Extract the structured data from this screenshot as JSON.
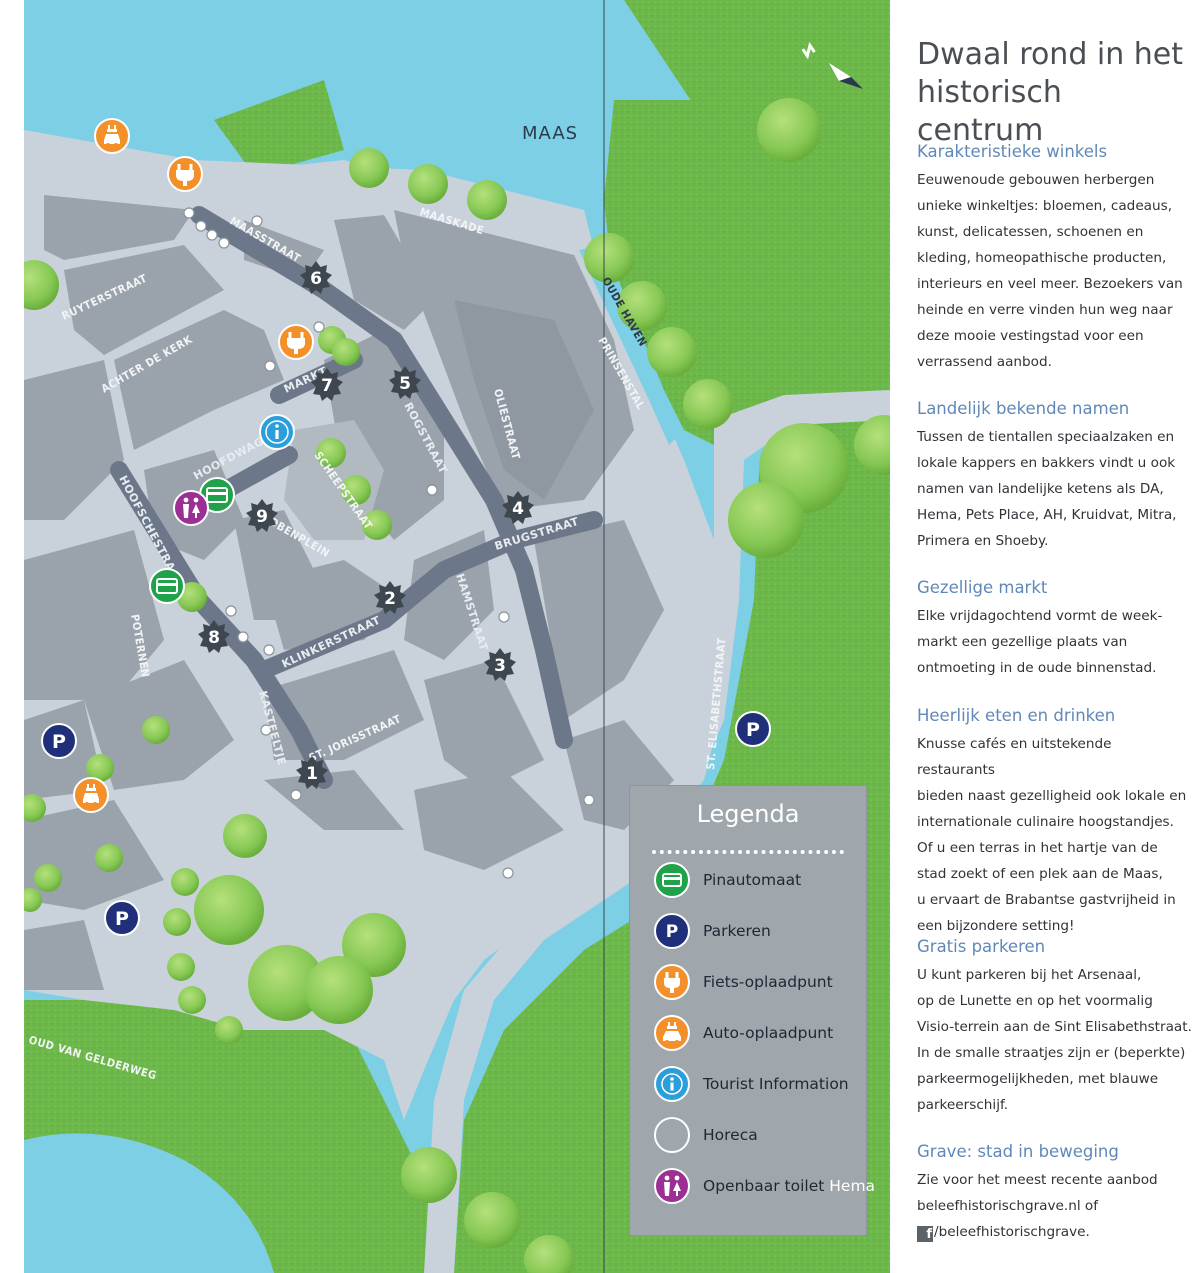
{
  "map": {
    "water_label": "MAAS",
    "streets": {
      "ruyterstraat": "RUYTERSTRAAT",
      "maasstraat": "MAASSTRAAT",
      "maaskade": "MAASKADE",
      "achter_de_kerk": "ACHTER DE KERK",
      "markt": "MARKT",
      "hoofdwagt": "HOOFDWAGT",
      "oliestraat": "OLIESTRAAT",
      "rogstraat": "ROGSTRAAT",
      "oude_haven": "OUDE HAVEN",
      "prinsenstal": "PRINSENSTAL",
      "hoofschestraat": "HOOFSCHESTRAAT",
      "tobenplein": "TOBENPLEIN",
      "schoolstraat": "SCHEEPSTRAAT",
      "brugstraat": "BRUGSTRAAT",
      "hamstraat": "HAMSTRAAT",
      "klinkerstraat": "KLINKERSTRAAT",
      "poternen": "POTERNEN",
      "kasteeltje": "KASTEELTJE",
      "st_jorisstraat": "ST. JORISSTRAAT",
      "st_elisabethstraat": "ST. ELISABETHSTRAAT",
      "gelderweg": "OUD VAN GELDERWEG"
    },
    "stars": [
      "1",
      "2",
      "3",
      "4",
      "5",
      "6",
      "7",
      "8",
      "9"
    ],
    "parking_letter": "P"
  },
  "legend": {
    "title": "Legenda",
    "items": [
      {
        "icon": "card-icon",
        "label": "Pinautomaat",
        "extra": "",
        "color": "#1fa24a"
      },
      {
        "icon": "parking-icon",
        "label": "Parkeren",
        "extra": "",
        "color": "#1f2f7a"
      },
      {
        "icon": "bike-charge-icon",
        "label": "Fiets-oplaadpunt",
        "extra": "",
        "color": "#f3902a"
      },
      {
        "icon": "car-charge-icon",
        "label": "Auto-oplaadpunt",
        "extra": "",
        "color": "#f3902a"
      },
      {
        "icon": "info-icon",
        "label": "Tourist Information",
        "extra": "",
        "color": "#2a9fdc"
      },
      {
        "icon": "horeca-icon",
        "label": "Horeca",
        "extra": "",
        "color": "#9fa7ad"
      },
      {
        "icon": "toilet-icon",
        "label": "Openbaar toilet",
        "extra": "Hema",
        "color": "#9b2f94"
      }
    ]
  },
  "sidebar": {
    "title": "Dwaal rond in het historisch centrum",
    "sections": [
      {
        "heading": "Karakteristieke winkels",
        "body": "Eeuwenoude gebouwen herbergen\nunieke winkeltjes: bloemen, cadeaus,\nkunst, delicatessen, schoenen en\nkleding, homeopathische producten,\ninterieurs en veel meer. Bezoekers van\nheinde en verre vinden hun weg naar\ndeze mooie vestingstad voor een\nverrassend aanbod."
      },
      {
        "heading": "Landelijk bekende namen",
        "body": "Tussen de tientallen speciaalzaken en\nlokale kappers en bakkers vindt u ook\nnamen van landelijke ketens als DA,\nHema, Pets Place, AH, Kruidvat, Mitra,\nPrimera en Shoeby."
      },
      {
        "heading": "Gezellige markt",
        "body": "Elke vrijdagochtend vormt de week-\nmarkt een gezellige plaats van\nontmoeting in de oude binnenstad."
      },
      {
        "heading": "Heerlijk eten en drinken",
        "body": "Knusse cafés en uitstekende restaurants\nbieden naast gezelligheid ook lokale en\ninternationale culinaire hoogstandjes.\nOf u een terras in het hartje van de\nstad zoekt of een plek aan de Maas,\nu ervaart de Brabantse gastvrijheid in\neen bijzondere setting!"
      },
      {
        "heading": "Gratis parkeren",
        "body": "U kunt parkeren bij het Arsenaal,\nop de Lunette en op het voormalig\nVisio-terrein aan de Sint Elisabethstraat.\nIn de smalle straatjes zijn er (beperkte)\nparkeermogelijkheden, met blauwe\nparkeerschijf."
      },
      {
        "heading": "Grave: stad in beweging",
        "body": "Zie voor het meest recente aanbod\nbeleefhistorischgrave.nl of",
        "facebook": "/beleefhistorischgrave."
      }
    ]
  },
  "colors": {
    "water": "#7dcfe6",
    "grass": "#6db84a",
    "block": "#9aa3ab",
    "road": "#c9d2da",
    "route": "#6c7889",
    "tree": "#8fcf5a",
    "heading_blue": "#5f88b8"
  }
}
